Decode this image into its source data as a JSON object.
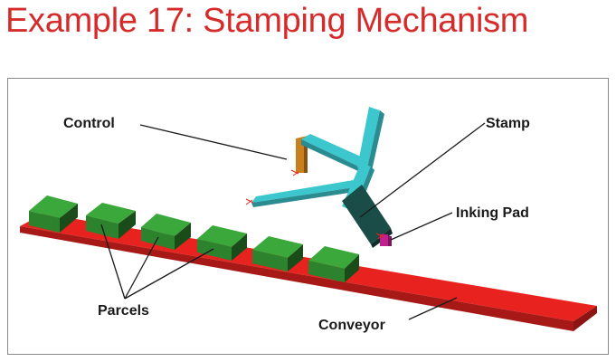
{
  "title": "Example 17: Stamping Mechanism",
  "colors": {
    "title": "#d62b2b",
    "conveyor": "#e8231f",
    "parcel": "#3aa83a",
    "arm": "#3cc7cf",
    "stamp": "#1a4c48",
    "control": "#c8801e",
    "inking_pad": "#c21f8e"
  },
  "labels": {
    "control": "Control",
    "stamp": "Stamp",
    "inking_pad": "Inking Pad",
    "parcels": "Parcels",
    "conveyor": "Conveyor"
  },
  "parcel_count": 6
}
